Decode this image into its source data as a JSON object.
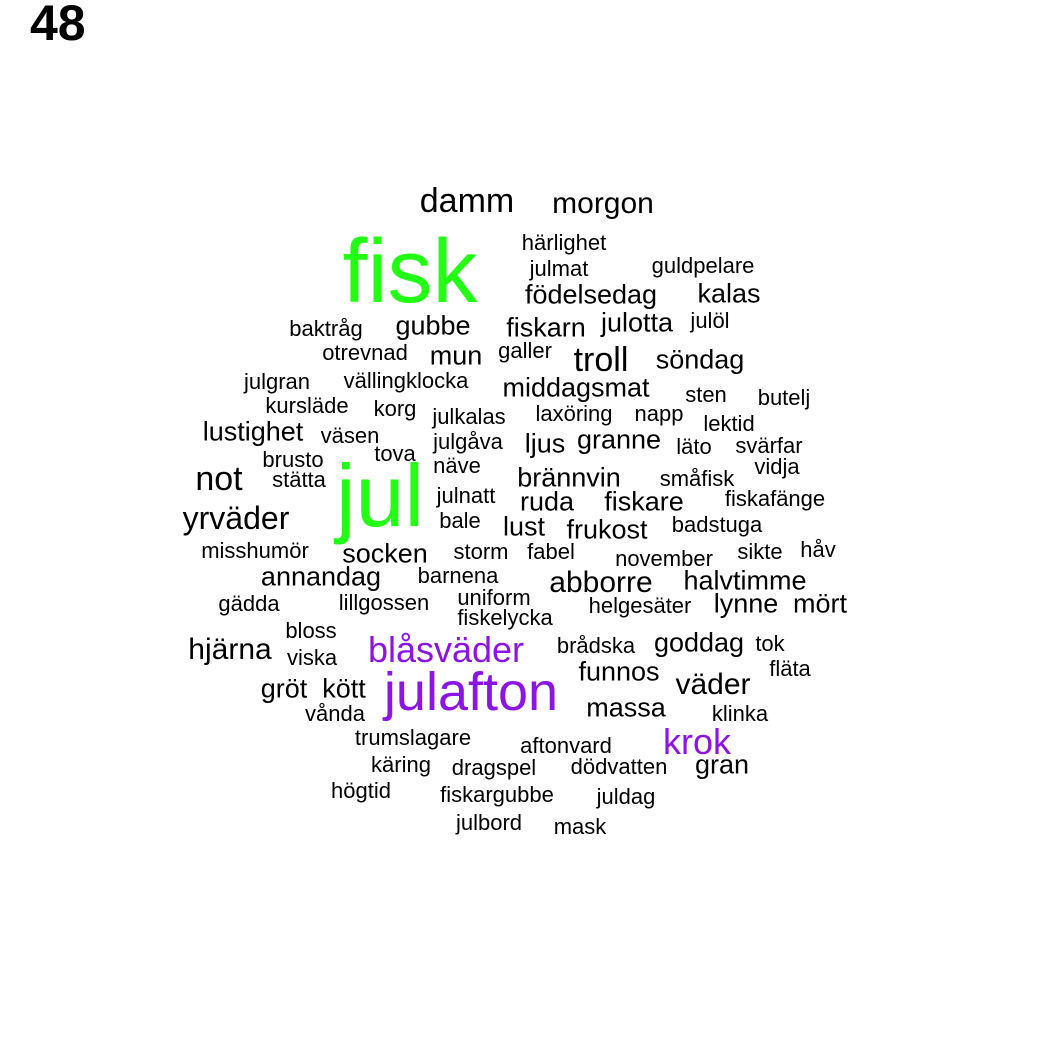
{
  "page_number": "48",
  "colors": {
    "green": "#22ff14",
    "purple": "#8c14e6",
    "black": "#000000"
  },
  "words": [
    {
      "text": "fisk",
      "color": "green"
    },
    {
      "text": "jul",
      "color": "green"
    },
    {
      "text": "julafton",
      "color": "purple"
    },
    {
      "text": "blåsväder",
      "color": "purple"
    },
    {
      "text": "krok",
      "color": "purple"
    },
    {
      "text": "damm",
      "color": "black"
    },
    {
      "text": "morgon",
      "color": "black"
    },
    {
      "text": "härlighet",
      "color": "black"
    },
    {
      "text": "julmat",
      "color": "black"
    },
    {
      "text": "guldpelare",
      "color": "black"
    },
    {
      "text": "födelsedag",
      "color": "black"
    },
    {
      "text": "kalas",
      "color": "black"
    },
    {
      "text": "baktråg",
      "color": "black"
    },
    {
      "text": "gubbe",
      "color": "black"
    },
    {
      "text": "fiskarn",
      "color": "black"
    },
    {
      "text": "julotta",
      "color": "black"
    },
    {
      "text": "julöl",
      "color": "black"
    },
    {
      "text": "otrevnad",
      "color": "black"
    },
    {
      "text": "mun",
      "color": "black"
    },
    {
      "text": "galler",
      "color": "black"
    },
    {
      "text": "troll",
      "color": "black"
    },
    {
      "text": "söndag",
      "color": "black"
    },
    {
      "text": "julgran",
      "color": "black"
    },
    {
      "text": "vällingklocka",
      "color": "black"
    },
    {
      "text": "middagsmat",
      "color": "black"
    },
    {
      "text": "sten",
      "color": "black"
    },
    {
      "text": "butelj",
      "color": "black"
    },
    {
      "text": "kursläde",
      "color": "black"
    },
    {
      "text": "korg",
      "color": "black"
    },
    {
      "text": "julkalas",
      "color": "black"
    },
    {
      "text": "laxöring",
      "color": "black"
    },
    {
      "text": "napp",
      "color": "black"
    },
    {
      "text": "lektid",
      "color": "black"
    },
    {
      "text": "lustighet",
      "color": "black"
    },
    {
      "text": "väsen",
      "color": "black"
    },
    {
      "text": "julgåva",
      "color": "black"
    },
    {
      "text": "ljus",
      "color": "black"
    },
    {
      "text": "granne",
      "color": "black"
    },
    {
      "text": "läto",
      "color": "black"
    },
    {
      "text": "svärfar",
      "color": "black"
    },
    {
      "text": "brusto",
      "color": "black"
    },
    {
      "text": "tova",
      "color": "black"
    },
    {
      "text": "näve",
      "color": "black"
    },
    {
      "text": "vidja",
      "color": "black"
    },
    {
      "text": "not",
      "color": "black"
    },
    {
      "text": "stätta",
      "color": "black"
    },
    {
      "text": "brännvin",
      "color": "black"
    },
    {
      "text": "småfisk",
      "color": "black"
    },
    {
      "text": "julnatt",
      "color": "black"
    },
    {
      "text": "ruda",
      "color": "black"
    },
    {
      "text": "fiskare",
      "color": "black"
    },
    {
      "text": "fiskafänge",
      "color": "black"
    },
    {
      "text": "yrväder",
      "color": "black"
    },
    {
      "text": "bale",
      "color": "black"
    },
    {
      "text": "lust",
      "color": "black"
    },
    {
      "text": "frukost",
      "color": "black"
    },
    {
      "text": "badstuga",
      "color": "black"
    },
    {
      "text": "misshumör",
      "color": "black"
    },
    {
      "text": "socken",
      "color": "black"
    },
    {
      "text": "storm",
      "color": "black"
    },
    {
      "text": "fabel",
      "color": "black"
    },
    {
      "text": "november",
      "color": "black"
    },
    {
      "text": "sikte",
      "color": "black"
    },
    {
      "text": "håv",
      "color": "black"
    },
    {
      "text": "annandag",
      "color": "black"
    },
    {
      "text": "barnena",
      "color": "black"
    },
    {
      "text": "abborre",
      "color": "black"
    },
    {
      "text": "halvtimme",
      "color": "black"
    },
    {
      "text": "uniform",
      "color": "black"
    },
    {
      "text": "gädda",
      "color": "black"
    },
    {
      "text": "lillgossen",
      "color": "black"
    },
    {
      "text": "helgesäter",
      "color": "black"
    },
    {
      "text": "lynne",
      "color": "black"
    },
    {
      "text": "mört",
      "color": "black"
    },
    {
      "text": "fiskelycka",
      "color": "black"
    },
    {
      "text": "bloss",
      "color": "black"
    },
    {
      "text": "hjärna",
      "color": "black"
    },
    {
      "text": "brådska",
      "color": "black"
    },
    {
      "text": "goddag",
      "color": "black"
    },
    {
      "text": "tok",
      "color": "black"
    },
    {
      "text": "viska",
      "color": "black"
    },
    {
      "text": "fläta",
      "color": "black"
    },
    {
      "text": "funnos",
      "color": "black"
    },
    {
      "text": "gröt",
      "color": "black"
    },
    {
      "text": "kött",
      "color": "black"
    },
    {
      "text": "väder",
      "color": "black"
    },
    {
      "text": "vånda",
      "color": "black"
    },
    {
      "text": "massa",
      "color": "black"
    },
    {
      "text": "klinka",
      "color": "black"
    },
    {
      "text": "trumslagare",
      "color": "black"
    },
    {
      "text": "aftonvard",
      "color": "black"
    },
    {
      "text": "käring",
      "color": "black"
    },
    {
      "text": "dragspel",
      "color": "black"
    },
    {
      "text": "dödvatten",
      "color": "black"
    },
    {
      "text": "gran",
      "color": "black"
    },
    {
      "text": "högtid",
      "color": "black"
    },
    {
      "text": "fiskargubbe",
      "color": "black"
    },
    {
      "text": "juldag",
      "color": "black"
    },
    {
      "text": "julbord",
      "color": "black"
    },
    {
      "text": "mask",
      "color": "black"
    }
  ]
}
